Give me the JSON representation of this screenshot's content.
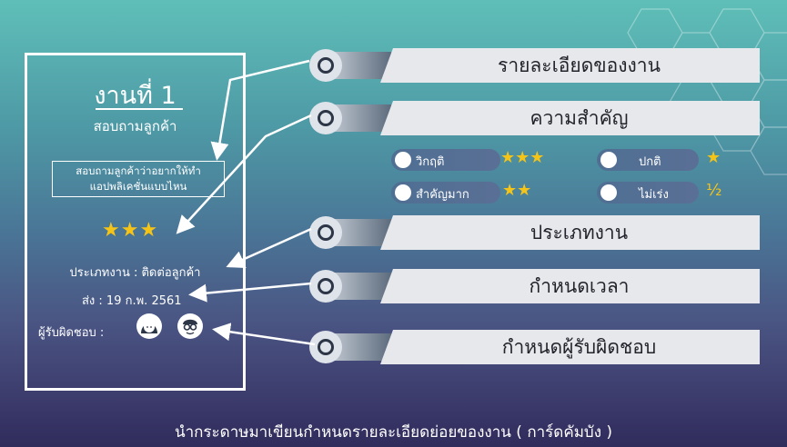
{
  "card": {
    "title": "งานที่ 1",
    "subtitle": "สอบถามลูกค้า",
    "description_line1": "สอบถามลูกค้าว่าอยากให้ทำ",
    "description_line2": "แอปพลิเคชั่นแบบไหน",
    "stars": "★★★",
    "type_text": "ประเภทงาน : ติดต่อลูกค้า",
    "send_text": "ส่ง : 19 ก.พ. 2561",
    "owner_label": "ผู้รับผิดชอบ :"
  },
  "bars": [
    {
      "label": "รายละเอียดของงาน"
    },
    {
      "label": "ความสำคัญ"
    },
    {
      "label": "ประเภทงาน"
    },
    {
      "label": "กำหนดเวลา"
    },
    {
      "label": "กำหนดผู้รับผิดชอบ"
    }
  ],
  "legend": [
    {
      "label": "วิกฤติ",
      "stars": "★★★"
    },
    {
      "label": "ปกติ",
      "stars": "★"
    },
    {
      "label": "สำคัญมาก",
      "stars": "★★"
    },
    {
      "label": "ไม่เร่ง",
      "stars": "½"
    }
  ],
  "footer": "นำกระดาษมาเขียนกำหนดรายละเอียดย่อยของงาน ( การ์ดคัมบัง )",
  "colors": {
    "star": "#f6c416",
    "bar": "#e6e8ec",
    "text_dark": "#23232c"
  }
}
